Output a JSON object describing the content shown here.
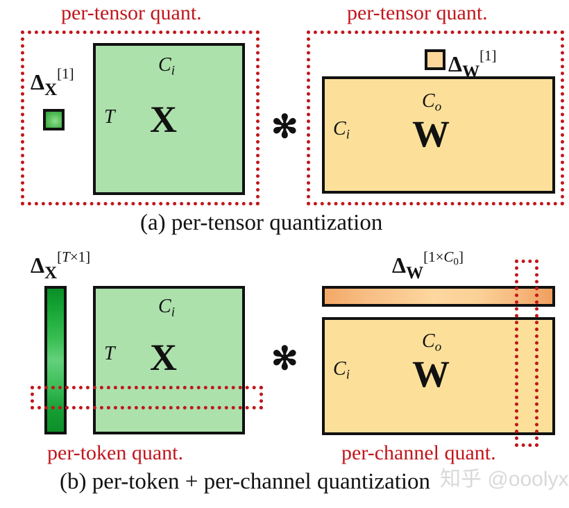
{
  "figure": {
    "title_a": "(a) per-tensor quantization",
    "title_b": "(b) per-token + per-channel quantization",
    "watermark": "知乎 @ooolyx",
    "colors": {
      "red_dotted": "#c0161c",
      "activation_green": "#ace1ac",
      "weight_yellow": "#fce09a",
      "scale_green_dark": "#0b8f27",
      "scale_orange": "#f3a867",
      "outline_black": "#111111"
    }
  },
  "panel_a": {
    "left": {
      "group_label": "per-tensor quant.",
      "scale_symbol": "Δ",
      "scale_subscript": "X",
      "scale_superscript": "[1]",
      "matrix_letter": "X",
      "dim_top": "C",
      "dim_top_sub": "i",
      "dim_left": "T"
    },
    "operator": "✻",
    "right": {
      "group_label": "per-tensor quant.",
      "scale_symbol": "Δ",
      "scale_subscript": "W",
      "scale_superscript": "[1]",
      "matrix_letter": "W",
      "dim_top": "C",
      "dim_top_sub": "o",
      "dim_left": "C",
      "dim_left_sub": "i"
    }
  },
  "panel_b": {
    "left": {
      "group_label": "per-token quant.",
      "scale_symbol": "Δ",
      "scale_subscript": "X",
      "scale_superscript_open": "[",
      "scale_superscript_dim1": "T",
      "scale_superscript_times": "×",
      "scale_superscript_dim2": "1",
      "scale_superscript_close": "]",
      "matrix_letter": "X",
      "dim_top": "C",
      "dim_top_sub": "i",
      "dim_left": "T"
    },
    "operator": "✻",
    "right": {
      "group_label": "per-channel quant.",
      "scale_symbol": "Δ",
      "scale_subscript": "W",
      "scale_superscript_open": "[",
      "scale_superscript_dim1": "1",
      "scale_superscript_times": "×",
      "scale_superscript_dim2": "C",
      "scale_superscript_dim2_sub": "0",
      "scale_superscript_close": "]",
      "matrix_letter": "W",
      "dim_top": "C",
      "dim_top_sub": "o",
      "dim_left": "C",
      "dim_left_sub": "i"
    }
  }
}
